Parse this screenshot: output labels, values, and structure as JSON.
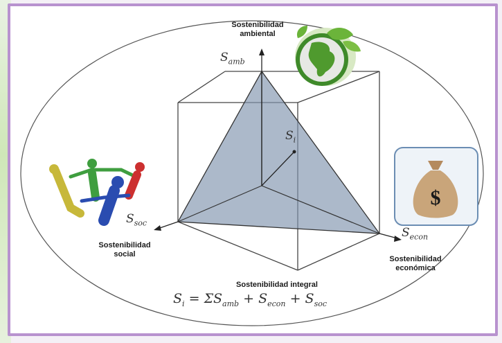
{
  "labels": {
    "ambiental": [
      "Sostenibilidad",
      "ambiental"
    ],
    "social": [
      "Sostenibilidad",
      "social"
    ],
    "economica": [
      "Sostenibilidad",
      "económica"
    ],
    "integral": "Sostenibilidad integral"
  },
  "axes": {
    "amb": {
      "sym": "S",
      "sub": "amb"
    },
    "soc": {
      "sym": "S",
      "sub": "soc"
    },
    "econ": {
      "sym": "S",
      "sub": "econ"
    },
    "integral": {
      "sym": "S",
      "sub": "i"
    }
  },
  "formula": {
    "lhs_sym": "S",
    "lhs_sub": "i",
    "equals_sigma": "= Σ",
    "t1_sym": "S",
    "t1_sub": "amb",
    "plus1": "+",
    "t2_sym": "S",
    "t2_sub": "econ",
    "plus2": "+",
    "t3_sym": "S",
    "t3_sub": "soc"
  },
  "icons": {
    "environment": "earth-globe-leaves-icon",
    "social": "people-holding-hands-icon",
    "economic": "money-bag-icon",
    "money_symbol": "$"
  },
  "colors": {
    "frame": "#b892cf",
    "pyramid_fill": "#7f93ad",
    "globe_green": "#5aa02c",
    "bag": "#c9a57a"
  }
}
